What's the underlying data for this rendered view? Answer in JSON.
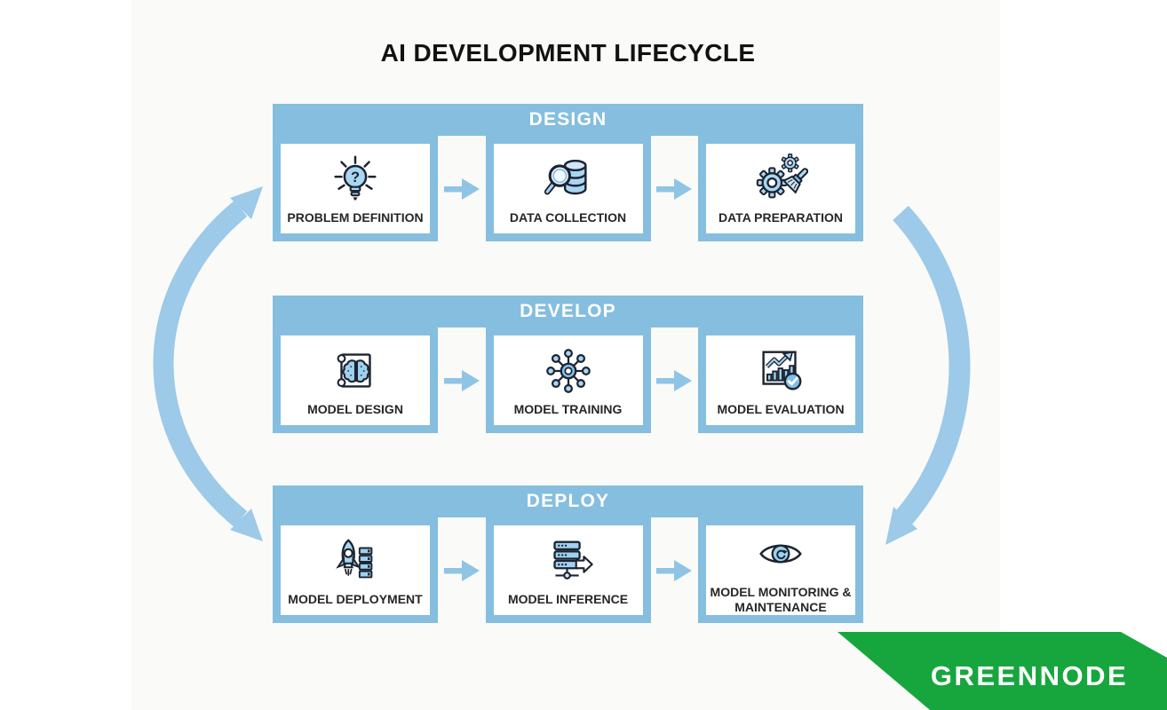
{
  "title": "AI DEVELOPMENT LIFECYCLE",
  "phases": [
    {
      "label": "DESIGN",
      "steps": [
        {
          "label": "PROBLEM DEFINITION",
          "icon": "lightbulb-question-icon"
        },
        {
          "label": "DATA COLLECTION",
          "icon": "magnifier-database-icon"
        },
        {
          "label": "DATA PREPARATION",
          "icon": "gears-brush-icon"
        }
      ]
    },
    {
      "label": "DEVELOP",
      "steps": [
        {
          "label": "MODEL DESIGN",
          "icon": "scroll-brain-icon"
        },
        {
          "label": "MODEL TRAINING",
          "icon": "network-hub-icon"
        },
        {
          "label": "MODEL EVALUATION",
          "icon": "chart-checkmark-icon"
        }
      ]
    },
    {
      "label": "DEPLOY",
      "steps": [
        {
          "label": "MODEL DEPLOYMENT",
          "icon": "rocket-servers-icon"
        },
        {
          "label": "MODEL INFERENCE",
          "icon": "servers-arrow-icon"
        },
        {
          "label": "MODEL MONITORING & MAINTENANCE",
          "icon": "eye-monitoring-icon"
        }
      ]
    }
  ],
  "brand": {
    "name": "GREENNODE"
  },
  "colors": {
    "phase_bar_blue": "#85BEDE",
    "step_arrow_blue": "#8FC4E4",
    "cycle_arrow_blue": "#9CCAE8",
    "icon_fill_blue": "#A9D6F2",
    "icon_accent_blue": "#7FBFE8",
    "icon_outline": "#1D2430",
    "banner_green": "#17A63E",
    "title_text": "#121212",
    "header_text": "#FFFFFF"
  }
}
